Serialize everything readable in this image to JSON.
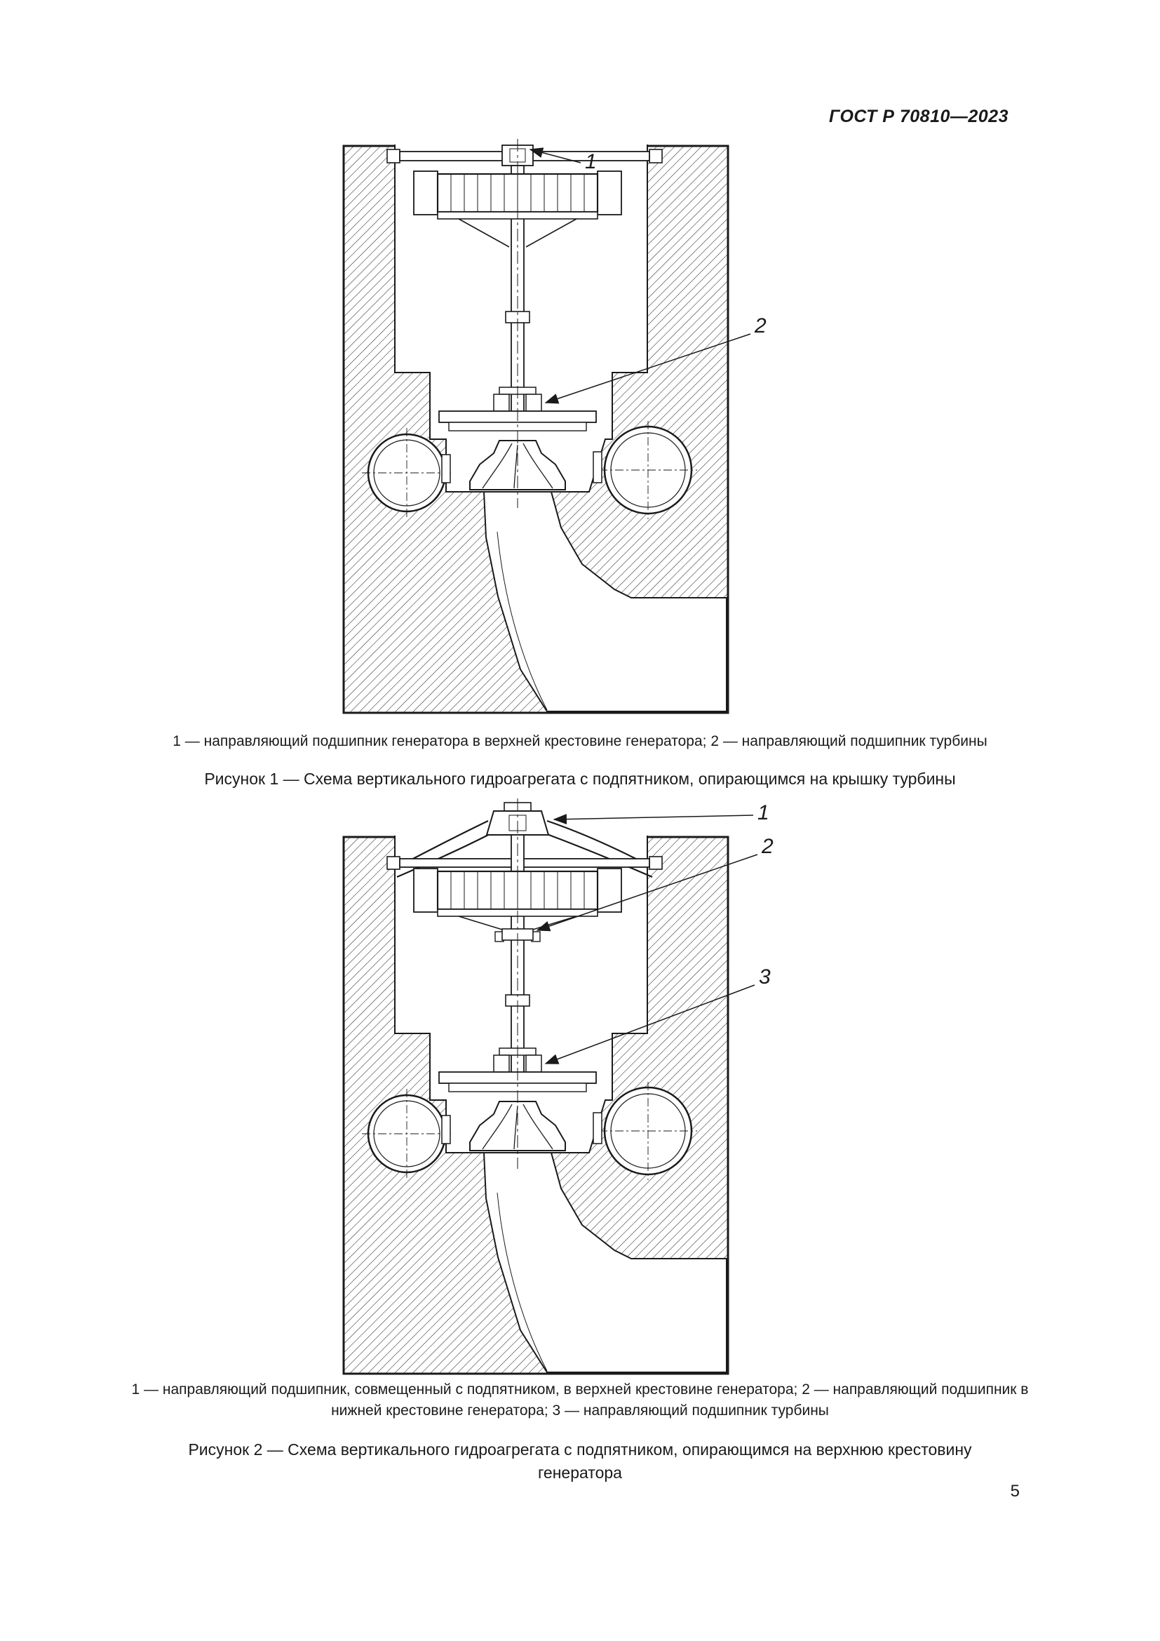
{
  "header": {
    "title": "ГОСТ Р 70810—2023"
  },
  "figure1": {
    "callouts": [
      {
        "label": "1"
      },
      {
        "label": "2"
      }
    ],
    "legend": "1 — направляющий подшипник генератора в верхней крестовине генератора; 2 — направляющий подшипник турбины",
    "caption": "Рисунок 1 — Схема вертикального гидроагрегата с подпятником, опирающимся на крышку турбины"
  },
  "figure2": {
    "callouts": [
      {
        "label": "1"
      },
      {
        "label": "2"
      },
      {
        "label": "3"
      }
    ],
    "legend": "1 — направляющий подшипник, совмещенный с подпятником, в верхней крестовине генератора; 2 — направляющий подшипник в нижней крестовине генератора; 3 — направляющий подшипник турбины",
    "caption": "Рисунок 2 — Схема вертикального гидроагрегата с подпятником, опирающимся на верхнюю крестовину генератора"
  },
  "page": {
    "number": "5"
  }
}
